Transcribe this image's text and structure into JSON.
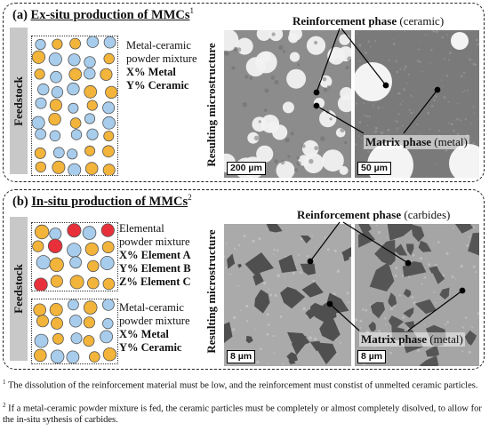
{
  "panel_a": {
    "label": "(a)",
    "title": "Ex-situ production of MMCs",
    "title_sup": "1",
    "feedstock_label": "Feedstock",
    "mixture": [
      "Metal-ceramic",
      "powder mixture",
      "X% Metal",
      "Y% Ceramic"
    ],
    "microstructure_label": "Resulting microstructure",
    "reinforcement_label": "Reinforcement phase",
    "reinforcement_note": "(ceramic)",
    "matrix_label": "Matrix phase",
    "matrix_note": "(metal)",
    "scale_left": "200 µm",
    "scale_right": "50 µm"
  },
  "panel_b": {
    "label": "(b)",
    "title": "In-situ production of MMCs",
    "title_sup": "2",
    "feedstock_label": "Feedstock",
    "mixture_1": [
      "Elemental",
      "powder mixture",
      "X% Element A",
      "Y% Element B",
      "Z% Element C"
    ],
    "mixture_2": [
      "Metal-ceramic",
      "powder mixture",
      "X% Metal",
      "Y% Ceramic"
    ],
    "microstructure_label": "Resulting microstructure",
    "reinforcement_label": "Reinforcement phase",
    "reinforcement_note": "(carbides)",
    "matrix_label": "Matrix phase",
    "matrix_note": "(metal)",
    "scale_left": "8 µm",
    "scale_right": "8 µm"
  },
  "footnotes": {
    "fn1_sup": "1",
    "fn1": "The dissolution of the reinforcement material must be low, and the reinforcement must constist of unmelted ceramic particles.",
    "fn2_sup": "2",
    "fn2": "If a metal-ceramic powder mixture is fed, the ceramic particles must be completely or almost completely disolved, to allow for the in-situ sythesis of carbides."
  },
  "colors": {
    "metal_particle": "#f2b43a",
    "ceramic_particle": "#a8cdec",
    "element_c_particle": "#e8303a",
    "label_bar": "#c8c8c8"
  }
}
